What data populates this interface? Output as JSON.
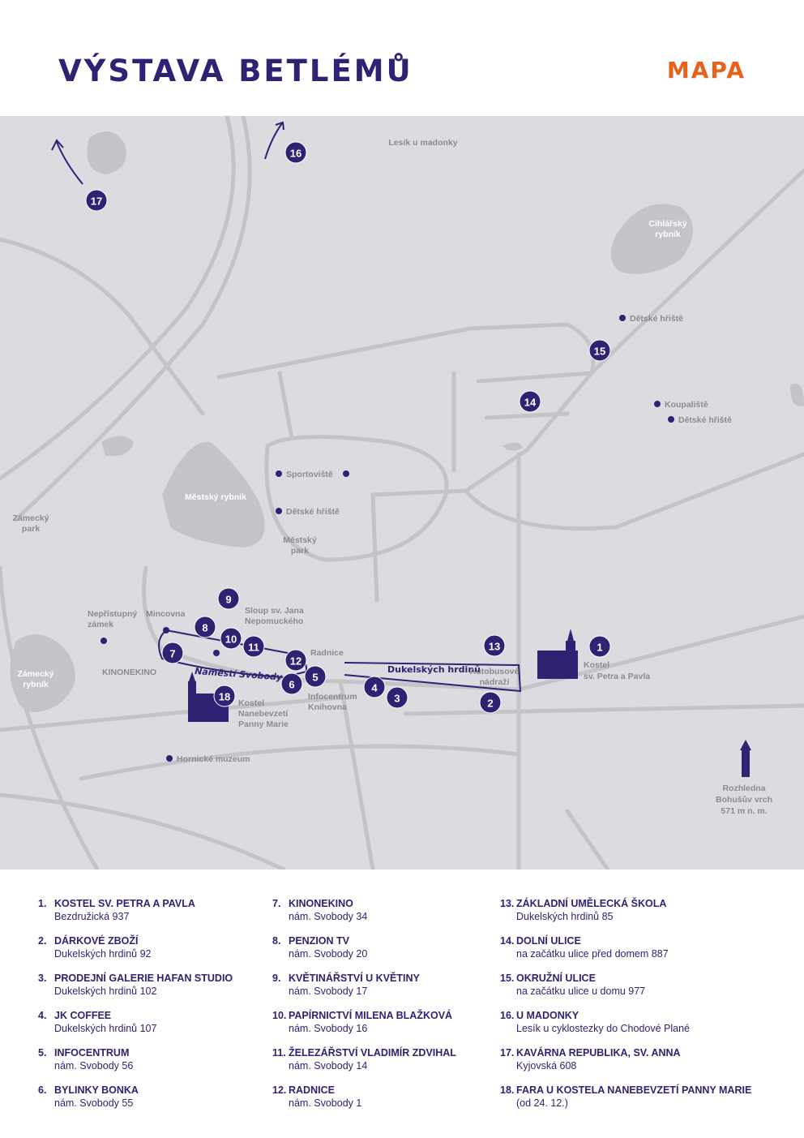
{
  "header": {
    "title": "VÝSTAVA BETLÉMŮ",
    "badge": "MAPA"
  },
  "colors": {
    "accent": "#2e2373",
    "orange": "#e8601c",
    "map": "#dcdce0",
    "road": "#c3c3c8"
  },
  "map": {
    "labels": {
      "lesik": "Lesík u madonky",
      "cihlarsky1": "Cihlářský",
      "cihlarsky2": "rybník",
      "hriste1": "Dětské hřiště",
      "koupaliste": "Koupaliště",
      "hriste2": "Dětské hřiště",
      "sportoviste": "Sportoviště",
      "hriste3": "Dětské hřiště",
      "mestsky_rybnik": "Městský rybník",
      "mestsky_park1": "Městský",
      "mestsky_park2": "park",
      "zamecky_park1": "Zámecký",
      "zamecky_park2": "park",
      "zamecky_rybnik1": "Zámecký",
      "zamecky_rybnik2": "rybník",
      "nepristupny1": "Nepřístupný",
      "nepristupny2": "zámek",
      "mincovna": "Mincovna",
      "sloup1": "Sloup sv. Jana",
      "sloup2": "Nepomuckého",
      "kinonekino": "KINONEKINO",
      "radnice": "Radnice",
      "namesti": "Náměstí Svobody",
      "infocentrum1": "Infocentrum",
      "infocentrum2": "Knihovna",
      "kostel_nm1": "Kostel",
      "kostel_nm2": "Nanebevzetí",
      "kostel_nm3": "Panny Marie",
      "muzeum": "Hornické muzeum",
      "dukelskych": "Dukelských hrdinů",
      "autobus1": "Autobusové",
      "autobus2": "nádraží",
      "kostel_pp1": "Kostel",
      "kostel_pp2": "sv. Petra a Pavla",
      "rozhledna1": "Rozhledna",
      "rozhledna2": "Bohušův vrch",
      "rozhledna3": "571 m n. m."
    },
    "markers": [
      "1",
      "2",
      "3",
      "4",
      "5",
      "6",
      "7",
      "8",
      "9",
      "10",
      "11",
      "12",
      "13",
      "14",
      "15",
      "16",
      "17",
      "18"
    ]
  },
  "legend": [
    {
      "num": "1.",
      "name": "KOSTEL SV. PETRA A PAVLA",
      "addr": "Bezdružická 937"
    },
    {
      "num": "2.",
      "name": "DÁRKOVÉ ZBOŽÍ",
      "addr": "Dukelských hrdinů 92"
    },
    {
      "num": "3.",
      "name": "PRODEJNÍ GALERIE HAFAN STUDIO",
      "addr": "Dukelských hrdinů 102"
    },
    {
      "num": "4.",
      "name": "JK COFFEE",
      "addr": "Dukelských hrdinů 107"
    },
    {
      "num": "5.",
      "name": "INFOCENTRUM",
      "addr": "nám. Svobody 56"
    },
    {
      "num": "6.",
      "name": "BYLINKY BONKA",
      "addr": "nám. Svobody 55"
    },
    {
      "num": "7.",
      "name": "KINONEKINO",
      "addr": "nám. Svobody 34"
    },
    {
      "num": "8.",
      "name": "PENZION TV",
      "addr": "nám. Svobody 20"
    },
    {
      "num": "9.",
      "name": "KVĚTINÁŘSTVÍ U KVĚTINY",
      "addr": "nám. Svobody 17"
    },
    {
      "num": "10.",
      "name": "PAPÍRNICTVÍ MILENA BLAŽKOVÁ",
      "addr": "nám. Svobody 16"
    },
    {
      "num": "11.",
      "name": "ŽELEZÁŘSTVÍ VLADIMÍR ZDVIHAL",
      "addr": "nám. Svobody 14"
    },
    {
      "num": "12.",
      "name": "RADNICE",
      "addr": "nám. Svobody 1"
    },
    {
      "num": "13.",
      "name": "ZÁKLADNÍ UMĚLECKÁ ŠKOLA",
      "addr": "Dukelských hrdinů 85"
    },
    {
      "num": "14.",
      "name": "DOLNÍ ULICE",
      "addr": "na začátku ulice před domem 887"
    },
    {
      "num": "15.",
      "name": "OKRUŽNÍ ULICE",
      "addr": "na začátku ulice u domu 977"
    },
    {
      "num": "16.",
      "name": "U MADONKY",
      "addr": "Lesík u cyklostezky do Chodové Plané"
    },
    {
      "num": "17.",
      "name": "KAVÁRNA REPUBLIKA, SV. ANNA",
      "addr": "Kyjovská 608"
    },
    {
      "num": "18.",
      "name": "FARA U KOSTELA NANEBEVZETÍ PANNY MARIE",
      "addr": "(od 24. 12.)"
    }
  ]
}
